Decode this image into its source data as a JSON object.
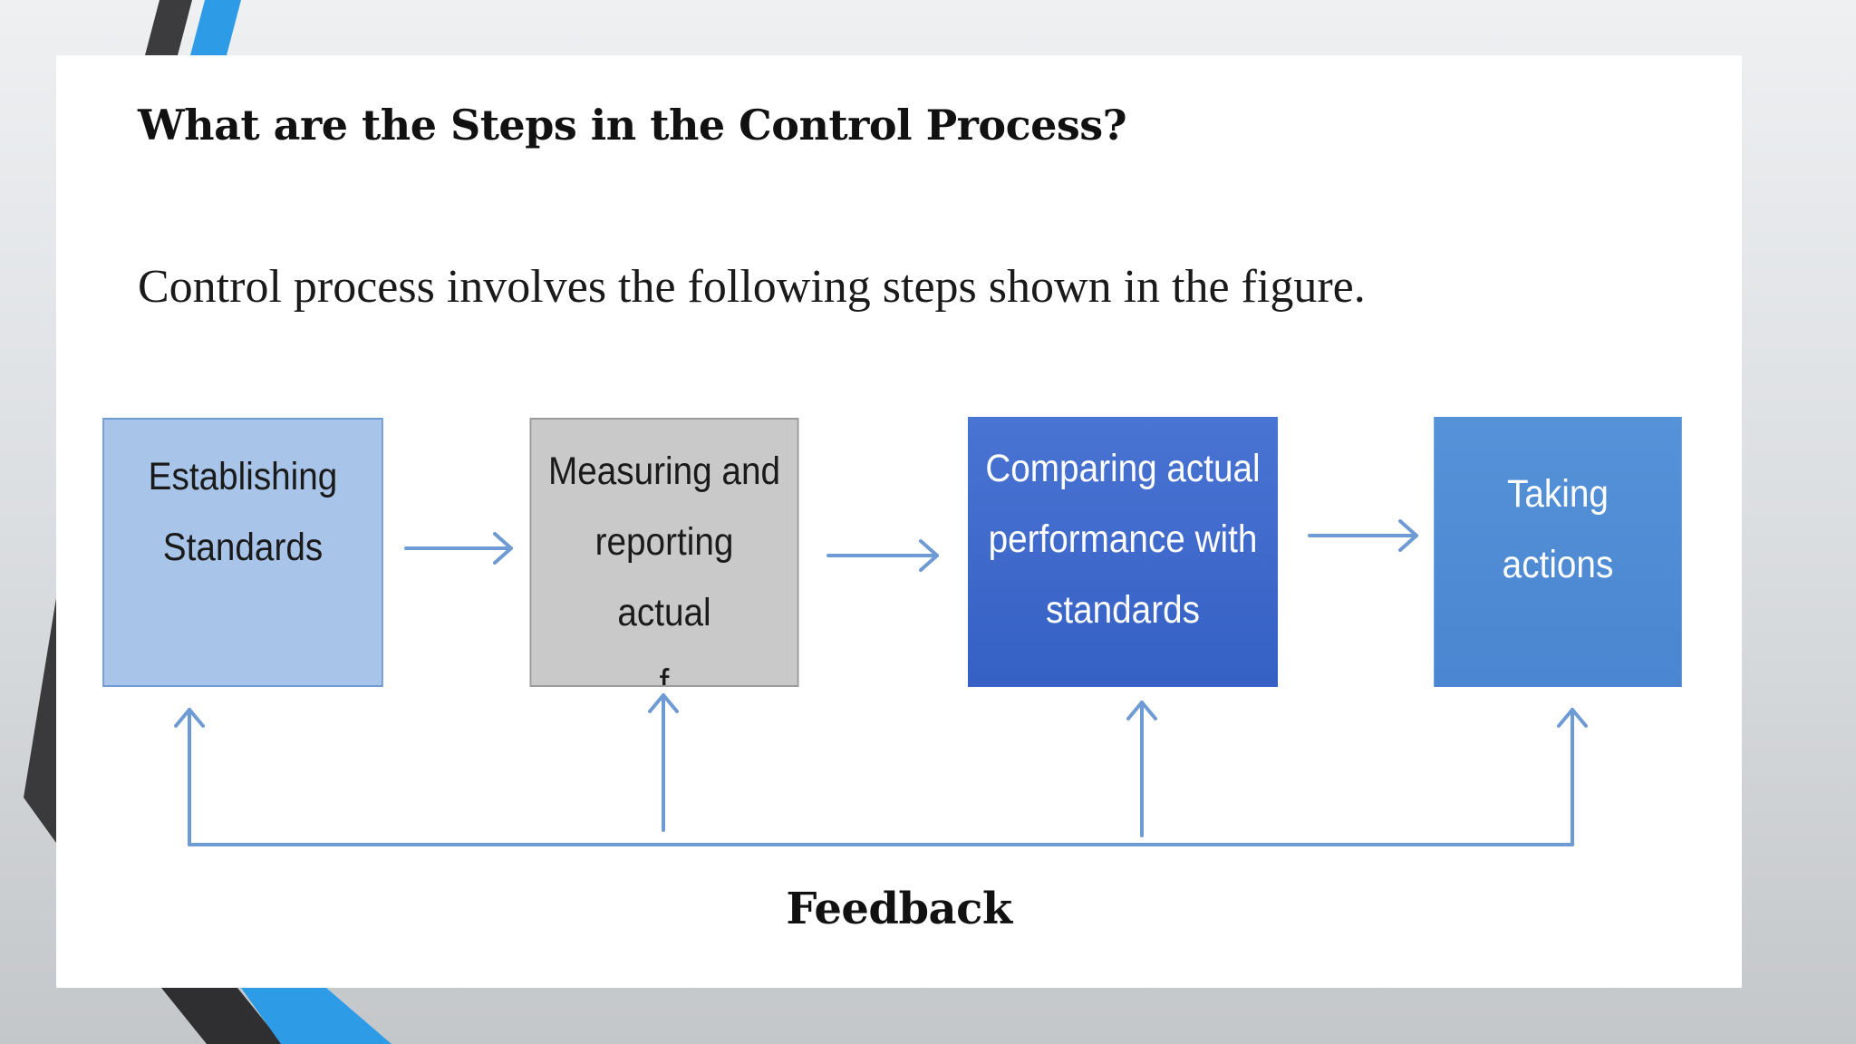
{
  "slide": {
    "title": "What are the Steps in the Control Process?",
    "intro": "Control process involves the following steps shown in the figure."
  },
  "diagram": {
    "steps": [
      {
        "lines": [
          "Establishing",
          "Standards"
        ]
      },
      {
        "lines": [
          "Measuring and",
          "reporting",
          "actual",
          "f"
        ]
      },
      {
        "lines": [
          "Comparing actual",
          "performance with",
          "standards"
        ]
      },
      {
        "lines": [
          "Taking",
          "actions"
        ]
      }
    ],
    "feedback_label": "Feedback"
  },
  "colors": {
    "arrow": "#6f9bd4",
    "step_1_fill": "#a8c4e8",
    "step_2_fill": "#c9c9c9",
    "step_3_fill": "#3f6acb",
    "step_4_fill": "#4f8cd4",
    "accent_blue": "#2e9be6"
  }
}
